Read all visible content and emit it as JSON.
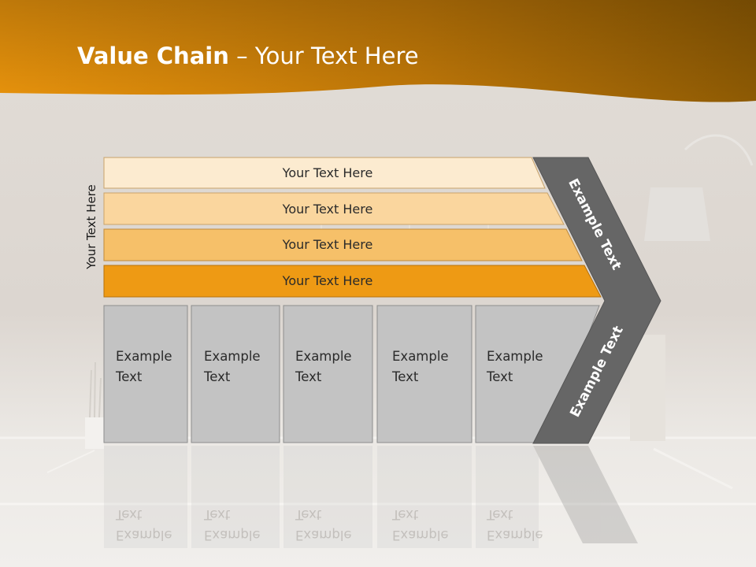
{
  "title": {
    "bold": "Value Chain",
    "rest": " – Your Text Here"
  },
  "side_label": "Your Text Here",
  "bands": [
    "Your Text Here",
    "Your Text Here",
    "Your Text Here",
    "Your Text Here"
  ],
  "boxes": [
    {
      "line1": "Example",
      "line2": "Text"
    },
    {
      "line1": "Example",
      "line2": "Text"
    },
    {
      "line1": "Example",
      "line2": "Text"
    },
    {
      "line1": "Example",
      "line2": "Text"
    },
    {
      "line1": "Example",
      "line2": "Text"
    }
  ],
  "arrow": {
    "top_label": "Example Text",
    "bottom_label": "Example Text"
  },
  "colors": {
    "header": "#c97a06",
    "band1": "#fcebd0",
    "band2": "#fad69e",
    "band3": "#f6c069",
    "band4": "#ee9a14",
    "box": "#c3c3c3",
    "arrow": "#666666"
  }
}
